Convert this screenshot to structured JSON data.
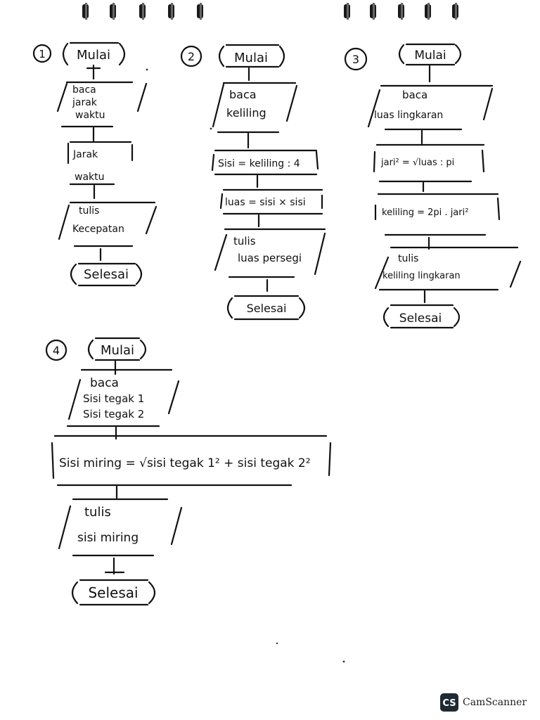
{
  "colors": {
    "ink": "#111111",
    "paper": "#ffffff",
    "logo_bg": "#1f2a33"
  },
  "watermark": {
    "logo_text": "CS",
    "brand": "CamScanner"
  },
  "flowcharts": [
    {
      "number": "1",
      "steps": [
        {
          "shape": "terminator",
          "lines": [
            "Mulai"
          ]
        },
        {
          "shape": "io",
          "lines": [
            "baca",
            "jarak",
            "waktu"
          ]
        },
        {
          "shape": "process",
          "lines": [
            "Jarak",
            "waktu"
          ]
        },
        {
          "shape": "io",
          "lines": [
            "tulis",
            "Kecepatan"
          ]
        },
        {
          "shape": "terminator",
          "lines": [
            "Selesai"
          ]
        }
      ]
    },
    {
      "number": "2",
      "steps": [
        {
          "shape": "terminator",
          "lines": [
            "Mulai"
          ]
        },
        {
          "shape": "io",
          "lines": [
            "baca",
            "keliling"
          ]
        },
        {
          "shape": "process",
          "lines": [
            "Sisi = keliling : 4"
          ]
        },
        {
          "shape": "process",
          "lines": [
            "luas = sisi × sisi"
          ]
        },
        {
          "shape": "io",
          "lines": [
            "tulis",
            "luas persegi"
          ]
        },
        {
          "shape": "terminator",
          "lines": [
            "Selesai"
          ]
        }
      ]
    },
    {
      "number": "3",
      "steps": [
        {
          "shape": "terminator",
          "lines": [
            "Mulai"
          ]
        },
        {
          "shape": "io",
          "lines": [
            "baca",
            "luas lingkaran"
          ]
        },
        {
          "shape": "process",
          "lines": [
            "jari² = √luas : pi"
          ]
        },
        {
          "shape": "process",
          "lines": [
            "keliling = 2pi . jari²"
          ]
        },
        {
          "shape": "io",
          "lines": [
            "tulis",
            "keliling lingkaran"
          ]
        },
        {
          "shape": "terminator",
          "lines": [
            "Selesai"
          ]
        }
      ]
    },
    {
      "number": "4",
      "steps": [
        {
          "shape": "terminator",
          "lines": [
            "Mulai"
          ]
        },
        {
          "shape": "io",
          "lines": [
            "baca",
            "Sisi tegak 1",
            "Sisi tegak 2"
          ]
        },
        {
          "shape": "process",
          "lines": [
            "Sisi miring = √sisi tegak 1² + sisi tegak 2²"
          ]
        },
        {
          "shape": "io",
          "lines": [
            "tulis",
            "sisi miring"
          ]
        },
        {
          "shape": "terminator",
          "lines": [
            "Selesai"
          ]
        }
      ]
    }
  ]
}
